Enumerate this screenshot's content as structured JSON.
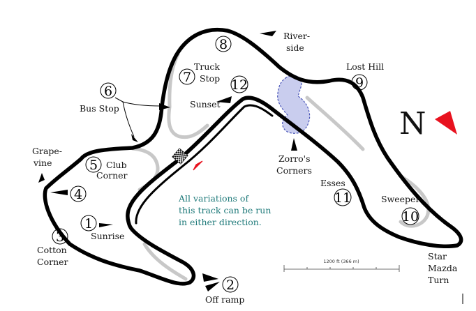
{
  "map": {
    "corners": [
      {
        "number": "1",
        "name_lines": [
          "Sunrise"
        ]
      },
      {
        "number": "2",
        "name_lines": [
          "Off ramp"
        ]
      },
      {
        "number": "3",
        "name_lines": [
          "Cotton",
          "Corner"
        ]
      },
      {
        "number": "4",
        "name_lines": []
      },
      {
        "number": "5",
        "name_lines": [
          "Club",
          "Corner"
        ]
      },
      {
        "number": "6",
        "name_lines": [
          "Bus Stop"
        ]
      },
      {
        "number": "7",
        "name_lines": [
          "Truck",
          "Stop"
        ]
      },
      {
        "number": "8",
        "name_lines": []
      },
      {
        "number": "9",
        "name_lines": [
          "Lost Hill"
        ]
      },
      {
        "number": "10",
        "name_lines": [
          "Sweeper"
        ]
      },
      {
        "number": "11",
        "name_lines": [
          "Esses"
        ]
      },
      {
        "number": "12",
        "name_lines": [
          "Sunset"
        ]
      }
    ],
    "extra_labels": {
      "grapevine": [
        "Grape-",
        "vine"
      ],
      "riverside": [
        "River-",
        "side"
      ],
      "zorros": [
        "Zorro's",
        "Corners"
      ],
      "star_mazda": [
        "Star",
        "Mazda",
        "Turn"
      ]
    },
    "note_lines": [
      "All variations of",
      "this track can be run",
      "in either direction."
    ],
    "compass_letter": "N",
    "scale_label": "1200 ft (366 m)",
    "colors": {
      "track": "#000000",
      "alt_track": "#c8c8c8",
      "zorro_fill": "#c9cdee",
      "zorro_stroke": "#4a56b8",
      "north_arrow": "#e8121f",
      "note_text": "#1f7a7a"
    }
  }
}
